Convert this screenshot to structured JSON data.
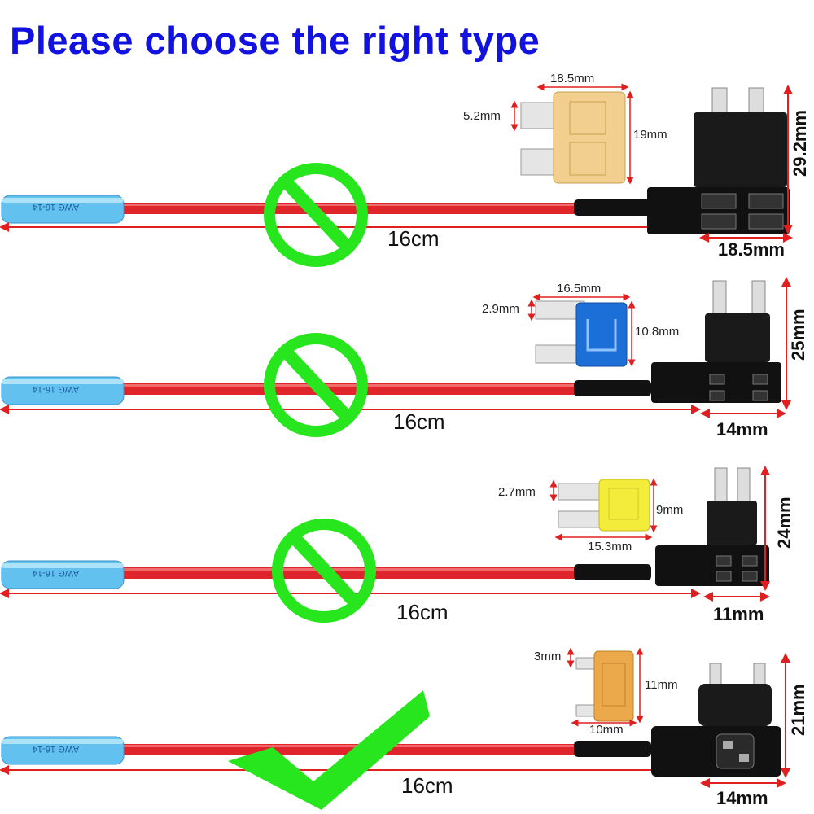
{
  "title": "Please choose the right type",
  "connector_label": "AWG 16-14",
  "rows": [
    {
      "status": "wrong",
      "fuse_type": "standard",
      "wire_length": "16cm",
      "fuse_width": "18.5mm",
      "fuse_blade": "5.2mm",
      "fuse_height": "19mm",
      "holder_height": "29.2mm",
      "holder_width": "18.5mm",
      "fuse_color": "#f2cf8e"
    },
    {
      "status": "wrong",
      "fuse_type": "mini",
      "wire_length": "16cm",
      "fuse_width": "16.5mm",
      "fuse_blade": "2.9mm",
      "fuse_height": "10.8mm",
      "holder_height": "25mm",
      "holder_width": "14mm",
      "fuse_color": "#1c6fd6"
    },
    {
      "status": "wrong",
      "fuse_type": "low-profile mini",
      "wire_length": "16cm",
      "fuse_width": "15.3mm",
      "fuse_blade": "2.7mm",
      "fuse_height": "9mm",
      "holder_height": "24mm",
      "holder_width": "11mm",
      "fuse_color": "#f3ec3a"
    },
    {
      "status": "right",
      "fuse_type": "micro2",
      "wire_length": "16cm",
      "fuse_width": "10mm",
      "fuse_blade": "3mm",
      "fuse_height": "11mm",
      "holder_height": "21mm",
      "holder_width": "14mm",
      "fuse_color": "#eba94c"
    }
  ],
  "colors": {
    "title": "#1212e0",
    "wire": "#e0242c",
    "connector": "#62c1ef",
    "symbol": "#28e61e",
    "dimension": "#e02020"
  },
  "icons": {
    "wrong": "prohibited-icon",
    "right": "checkmark-icon"
  }
}
